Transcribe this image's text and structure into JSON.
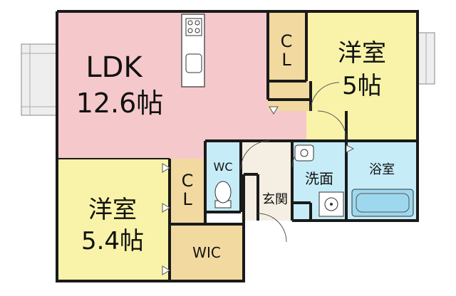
{
  "colors": {
    "ldk": "#f5c9cc",
    "western": "#f8f3a8",
    "closet": "#f2d9a0",
    "wet": "#c6ecf7",
    "entrance": "#f4efe2",
    "wall": "#1a1a1a",
    "balcony": "#eeeeee"
  },
  "rooms": {
    "ldk": {
      "name": "LDK",
      "size": "12.6帖"
    },
    "west_right": {
      "name": "洋室",
      "size": "5帖"
    },
    "west_left": {
      "name": "洋室",
      "size": "5.4帖"
    },
    "cl_top": {
      "line1": "C",
      "line2": "L"
    },
    "cl_left": {
      "line1": "C",
      "line2": "L"
    },
    "wic": "WIC",
    "wc": "WC",
    "wash": "洗面",
    "bath": "浴室",
    "entrance": "玄関"
  }
}
